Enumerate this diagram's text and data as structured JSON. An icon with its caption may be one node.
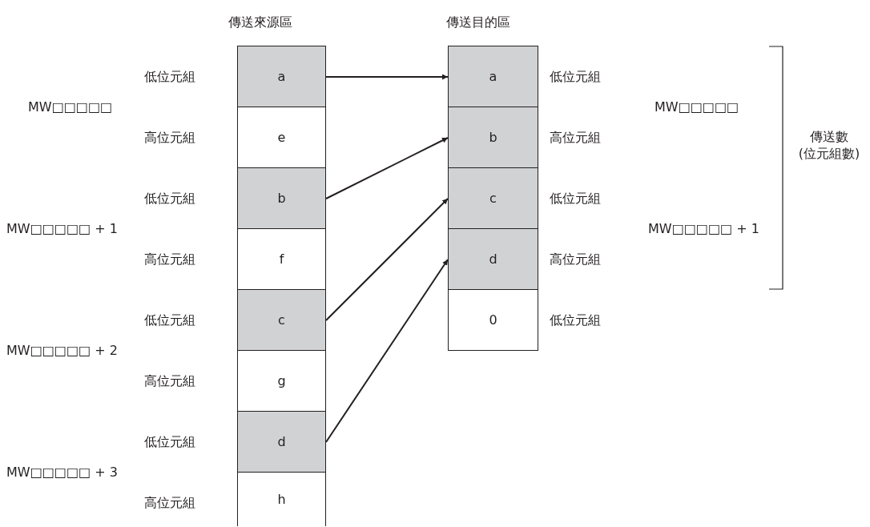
{
  "diagram": {
    "nodes": [
      {
        "text": [
          "a"
        ],
        "beside": [
          "低位元組"
        ]
      },
      {
        "text": [
          "e"
        ],
        "beside": [
          "高位元組"
        ]
      },
      {
        "text": [
          "b"
        ],
        "beside": [
          "低位元組"
        ]
      },
      {
        "text": [
          "f"
        ],
        "beside": [
          "高位元組"
        ]
      },
      {
        "text": [
          "c"
        ],
        "beside": [
          "低位元組"
        ]
      },
      {
        "text": [
          "g"
        ],
        "beside": [
          "高位元組"
        ]
      },
      {
        "text": [
          "d"
        ],
        "beside": [
          "低位元組"
        ]
      },
      {
        "text": [
          "h"
        ],
        "beside": [
          "高位元組"
        ]
      },
      {
        "text": [
          "a"
        ],
        "beside": [
          "低位元組"
        ]
      },
      {
        "text": [
          "b"
        ],
        "beside": [
          "高位元組"
        ]
      },
      {
        "text": [
          "c"
        ],
        "beside": [
          "低位元組"
        ]
      },
      {
        "text": [
          "d"
        ],
        "beside": [
          "高位元組"
        ]
      },
      {
        "text": [
          "0"
        ],
        "beside": [
          "低位元組"
        ]
      }
    ],
    "edges": [
      {
        "from": 0,
        "to": 8,
        "arrow": "to"
      },
      {
        "from": 2,
        "to": 9,
        "arrow": "to"
      },
      {
        "from": 4,
        "to": 10,
        "arrow": "to"
      },
      {
        "from": 6,
        "to": 11,
        "arrow": "to"
      }
    ],
    "labels": [
      "傳送來源區",
      "傳送目的區",
      "MW□□□□□",
      "MW□□□□□",
      "傳送數(位元組數)",
      "MW□□□□□ + 1",
      "MW□□□□□ + 1",
      "MW□□□□□ + 2",
      "MW□□□□□ + 3"
    ]
  }
}
